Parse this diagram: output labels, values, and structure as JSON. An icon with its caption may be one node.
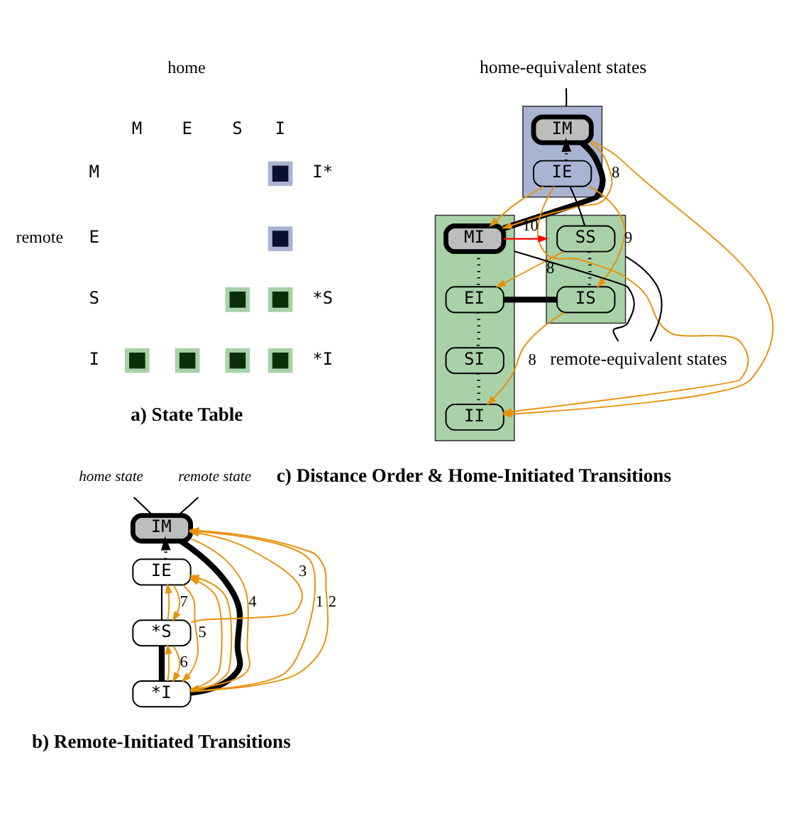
{
  "diagram": {
    "nodes": [
      {
        "text": [
          "home state"
        ]
      },
      {
        "text": [
          "remote state"
        ]
      },
      {
        "text": [
          "IM"
        ]
      },
      {
        "text": [
          "IE"
        ]
      },
      {
        "text": [
          "*S"
        ]
      },
      {
        "text": [
          "*I"
        ]
      },
      {
        "text": [
          "home-equivalent states"
        ]
      },
      {
        "text": [],
        "shape": "box"
      },
      {
        "text": [
          "IM"
        ],
        "in": 7
      },
      {
        "text": [
          "IE"
        ],
        "in": 7
      },
      {
        "text": [],
        "shape": "box"
      },
      {
        "text": [
          "MI"
        ],
        "in": 10
      },
      {
        "text": [
          "EI"
        ],
        "in": 10
      },
      {
        "text": [
          "SI"
        ],
        "in": 10
      },
      {
        "text": [
          "II"
        ],
        "in": 10
      },
      {
        "text": [],
        "shape": "box"
      },
      {
        "text": [
          "SS"
        ],
        "in": 15
      },
      {
        "text": [
          "IS"
        ],
        "in": 15
      },
      {
        "text": [
          "remote-equivalent states"
        ]
      },
      {
        "text": [],
        "shape": "box"
      },
      {
        "text": [],
        "shape": "box"
      },
      {
        "text": [],
        "shape": "box"
      },
      {
        "text": [],
        "shape": "box"
      },
      {
        "text": [],
        "shape": "box"
      },
      {
        "text": [],
        "shape": "box"
      },
      {
        "text": [],
        "shape": "box"
      },
      {
        "text": [],
        "shape": "box"
      }
    ],
    "edges": [
      {
        "from": 0,
        "to": 2,
        "arrow": "none",
        "color": "#000000"
      },
      {
        "from": 1,
        "to": 2,
        "arrow": "none",
        "color": "#000000"
      },
      {
        "from": 2,
        "to": 5,
        "arrow": "none",
        "style": "thick",
        "color": "#000000"
      },
      {
        "from": 3,
        "to": 2,
        "arrow": "to",
        "style": "dashed",
        "color": "#000000"
      },
      {
        "from": 3,
        "to": 4,
        "arrow": "none",
        "color": "#000000"
      },
      {
        "from": 4,
        "to": 5,
        "arrow": "none",
        "style": "thick",
        "color": "#000000"
      },
      {
        "from": 5,
        "to": 2,
        "arrow": "to",
        "label": "1"
      },
      {
        "from": 5,
        "to": 3,
        "arrow": "to"
      },
      {
        "from": 5,
        "to": 4,
        "arrow": "to"
      },
      {
        "from": 5,
        "to": 2,
        "arrow": "to",
        "label": "2"
      },
      {
        "from": 5,
        "to": 3,
        "arrow": "to"
      },
      {
        "from": 4,
        "to": 2,
        "arrow": "to",
        "label": "3"
      },
      {
        "from": 4,
        "to": 3,
        "arrow": "to"
      },
      {
        "from": 2,
        "to": 5,
        "arrow": "to",
        "label": "4"
      },
      {
        "from": 3,
        "to": 5,
        "arrow": "to",
        "label": "5"
      },
      {
        "from": 3,
        "to": 4,
        "arrow": "to",
        "label": "7"
      },
      {
        "from": 4,
        "to": 5,
        "arrow": "to",
        "label": "6"
      },
      {
        "from": 6,
        "to": 7,
        "arrow": "none",
        "color": "#000000"
      },
      {
        "from": 8,
        "to": 11,
        "arrow": "none",
        "style": "thick",
        "color": "#000000"
      },
      {
        "from": 9,
        "to": 8,
        "arrow": "to",
        "style": "dashed",
        "color": "#000000"
      },
      {
        "from": 9,
        "to": 16,
        "arrow": "none",
        "color": "#000000"
      },
      {
        "from": 16,
        "to": 17,
        "arrow": "none",
        "style": "dashed",
        "color": "#000000"
      },
      {
        "from": 17,
        "to": 12,
        "arrow": "none",
        "style": "thick",
        "color": "#000000"
      },
      {
        "from": 11,
        "to": 12,
        "arrow": "none",
        "style": "dashed",
        "color": "#000000"
      },
      {
        "from": 12,
        "to": 13,
        "arrow": "none",
        "style": "dashed",
        "color": "#000000"
      },
      {
        "from": 13,
        "to": 14,
        "arrow": "none",
        "style": "dashed",
        "color": "#000000"
      },
      {
        "from": 11,
        "to": 15,
        "arrow": "to",
        "label": "10",
        "color": "#ff0000"
      },
      {
        "from": 8,
        "to": 11,
        "arrow": "to",
        "label": "8"
      },
      {
        "from": 8,
        "to": 14,
        "arrow": "to"
      },
      {
        "from": 9,
        "to": 11,
        "arrow": "to"
      },
      {
        "from": 9,
        "to": 14,
        "arrow": "to"
      },
      {
        "from": 9,
        "to": 17,
        "arrow": "to",
        "label": "9"
      },
      {
        "from": 16,
        "to": 12,
        "arrow": "to",
        "label": "8"
      },
      {
        "from": 17,
        "to": 14,
        "arrow": "to",
        "label": "8"
      },
      {
        "from": 18,
        "to": 15,
        "arrow": "none",
        "color": "#000000"
      },
      {
        "from": 18,
        "to": 10,
        "arrow": "none",
        "color": "#000000"
      }
    ],
    "labels": [
      "home",
      "M",
      "E",
      "S",
      "I",
      "remote",
      "M",
      "I*",
      "E",
      "S",
      "*S",
      "I",
      "*I",
      "a) State Table",
      "b) Remote-Initiated Transitions",
      "c) Distance Order & Home-Initiated Transitions"
    ]
  }
}
